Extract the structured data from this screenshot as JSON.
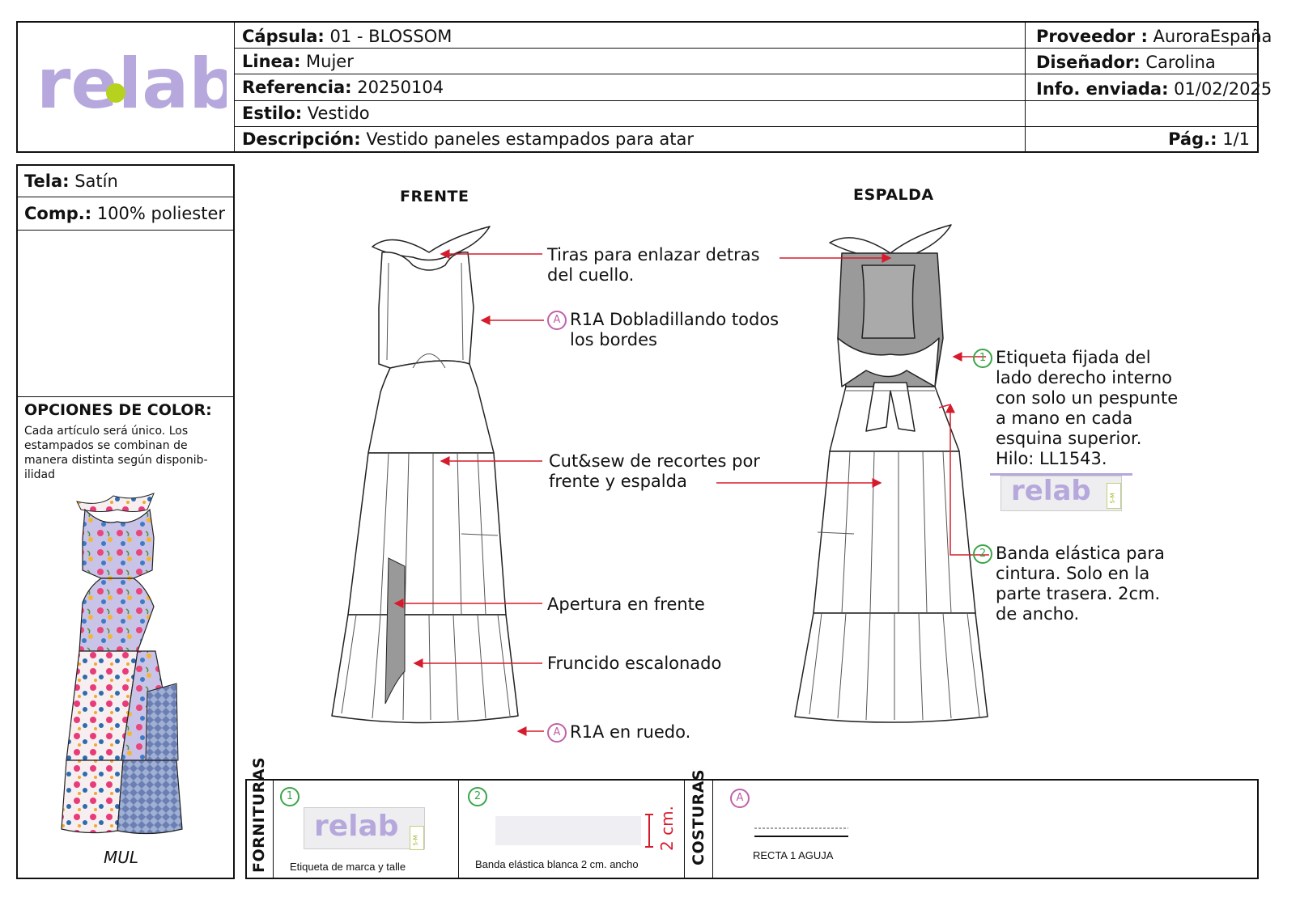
{
  "logo": {
    "text": "relab",
    "color_main": "#b6a8dc",
    "color_accent": "#b7d21e"
  },
  "header": {
    "capsula_label": "Cápsula:",
    "capsula_value": " 01 - BLOSSOM",
    "linea_label": "Linea:",
    "linea_value": " Mujer",
    "referencia_label": "Referencia:",
    "referencia_value": " 20250104",
    "estilo_label": "Estilo:",
    "estilo_value": " Vestido",
    "descripcion_label": "Descripción:",
    "descripcion_value": " Vestido paneles estampados para atar",
    "proveedor_label": "Proveedor :",
    "proveedor_value": " AuroraEspaña",
    "disenador_label": "Diseñador:",
    "disenador_value": " Carolina",
    "info_label": "Info. enviada:",
    "info_value": " 01/02/2025",
    "pag_label": "Pág.:",
    "pag_value": " 1/1"
  },
  "left_panel": {
    "tela_label": "Tela:",
    "tela_value": " Satín",
    "comp_label": "Comp.:",
    "comp_value": " 100% poliester",
    "color_title": "OPCIONES DE COLOR:",
    "color_desc_1": "Cada artículo será único. Los",
    "color_desc_2": "estampados se combinan de",
    "color_desc_3": "manera distinta según disponib-",
    "color_desc_4": "ilidad",
    "variant": "MUL"
  },
  "views": {
    "front": "FRENTE",
    "back": "ESPALDA"
  },
  "annotations": {
    "tiras_1": "Tiras para enlazar detras",
    "tiras_2": "del cuello.",
    "r1a_marker": "A",
    "dobladillo_1": "R1A Dobladillando todos",
    "dobladillo_2": "los bordes",
    "cut_1": "Cut&sew de recortes por",
    "cut_2": "frente y espalda",
    "apertura": "Apertura en frente",
    "fruncido": "Fruncido escalonado",
    "ruedo": "R1A en ruedo.",
    "etiqueta_marker": "1",
    "etiqueta_1": "Etiqueta fijada del",
    "etiqueta_2": "lado derecho interno",
    "etiqueta_3": "con solo un pespunte",
    "etiqueta_4": "a mano en cada",
    "etiqueta_5": "esquina superior.",
    "etiqueta_6": "Hilo: LL1543.",
    "banda_marker": "2",
    "banda_1": "Banda elástica para",
    "banda_2": "cintura. Solo en la",
    "banda_3": "parte trasera. 2cm.",
    "banda_4": "de ancho.",
    "label_size": "S-M"
  },
  "bottom": {
    "fornituras": "FORNITURAS",
    "item1_marker": "1",
    "item1_caption": "Etiqueta de marca y talle",
    "item2_marker": "2",
    "item2_caption": "Banda elástica blanca 2 cm. ancho",
    "item2_dim": "2 cm.",
    "costuras": "COSTURAS",
    "seam_marker": "A",
    "seam_caption": "RECTA 1 AGUJA"
  }
}
